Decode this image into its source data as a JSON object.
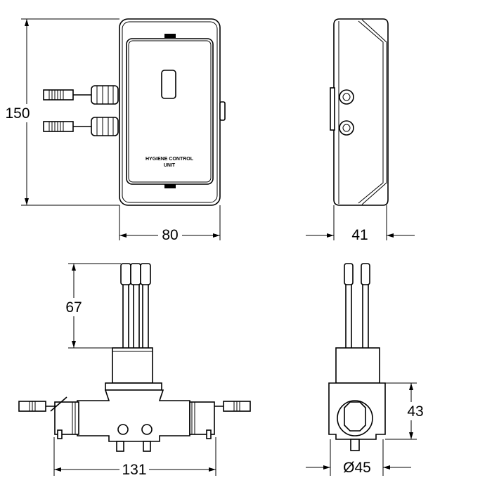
{
  "label": {
    "line1": "HYGIENE CONTROL",
    "line2": "UNIT"
  },
  "dimensions": {
    "height": "150",
    "width": "80",
    "depth": "41",
    "pipe_length": "67",
    "total_width": "131",
    "body_height": "43",
    "diameter": "Ø45"
  },
  "colors": {
    "line": "#000000",
    "background": "#ffffff"
  }
}
